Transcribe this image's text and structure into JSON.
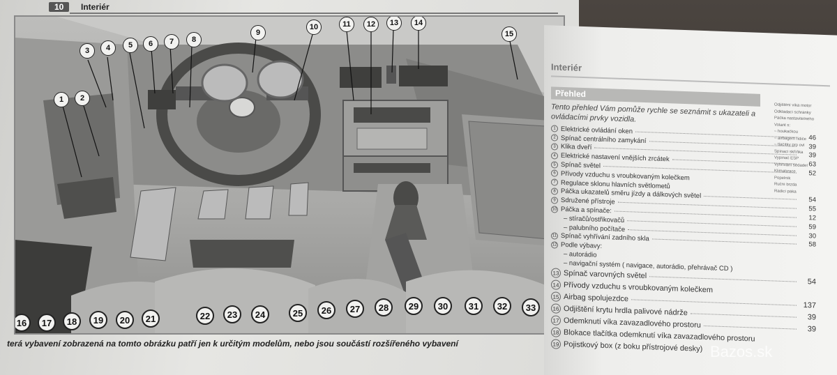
{
  "left_page": {
    "page_number": "10",
    "title": "Interiér",
    "caption": "terá vybavení zobrazená na tomto obrázku patří jen k určitým modelům,  nebo jsou součástí rozšířeného vybavení",
    "callouts_top": [
      "1",
      "2",
      "3",
      "4",
      "5",
      "6",
      "7",
      "8",
      "9",
      "10",
      "11",
      "12",
      "13",
      "14",
      "15"
    ],
    "callouts_bottom": [
      "16",
      "17",
      "18",
      "19",
      "20",
      "21",
      "22",
      "23",
      "24",
      "25",
      "26",
      "27",
      "28",
      "29",
      "30",
      "31",
      "32",
      "33"
    ]
  },
  "right_page": {
    "title": "Interiér",
    "section": "Přehled",
    "intro": "Tento přehled Vám pomůže rychle se seznámit s ukazateli a ovládacími prvky vozidla.",
    "items": [
      {
        "num": "1",
        "text": "Elektrické ovládání oken",
        "page": "46"
      },
      {
        "num": "2",
        "text": "Spínač centrálního zamykání",
        "page": "39"
      },
      {
        "num": "3",
        "text": "Klika dveří",
        "page": "39"
      },
      {
        "num": "4",
        "text": "Elektrické nastavení vnějších zrcátek",
        "page": "63"
      },
      {
        "num": "5",
        "text": "Spínač světel",
        "page": "52"
      },
      {
        "num": "6",
        "text": "Přívody vzduchu s vroubkovaným kolečkem",
        "page": ""
      },
      {
        "num": "7",
        "text": "Regulace sklonu hlavních světlometů",
        "page": ""
      },
      {
        "num": "8",
        "text": "Páčka ukazatelů směru jízdy a dálkových světel",
        "page": "54"
      },
      {
        "num": "9",
        "text": "Sdružené přístroje",
        "page": "55"
      },
      {
        "num": "10",
        "text": "Páčka a spínače:",
        "page": "12"
      },
      {
        "num": "",
        "text": "– stíračů/ostřikovačů",
        "page": "59",
        "indent": true
      },
      {
        "num": "",
        "text": "– palubního počítače",
        "page": "30",
        "indent": true
      },
      {
        "num": "11",
        "text": "Spínač vyhřívání zadního skla",
        "page": "58"
      },
      {
        "num": "12",
        "text": "Podle výbavy:",
        "page": ""
      },
      {
        "num": "",
        "text": "– autorádio",
        "page": "",
        "indent": true
      },
      {
        "num": "",
        "text": "– navigační systém ( navigace, autorádio, přehrávač CD )",
        "page": "",
        "indent": true
      },
      {
        "num": "13",
        "text": "Spínač varovných světel",
        "page": "54",
        "big": true
      },
      {
        "num": "14",
        "text": "Přívody vzduchu s vroubkovaným kolečkem",
        "page": "",
        "big": true
      },
      {
        "num": "15",
        "text": "Airbag spolujezdce",
        "page": "137",
        "big": true
      },
      {
        "num": "16",
        "text": "Odjištění krytu hrdla palivové nádrže",
        "page": "39",
        "big": true
      },
      {
        "num": "17",
        "text": "Odemknutí víka zavazadlového prostoru",
        "page": "39",
        "big": true
      },
      {
        "num": "18",
        "text": "Blokace tlačítka odemknutí víka zavazadlového prostoru",
        "page": "",
        "big": true
      },
      {
        "num": "19",
        "text": "Pojistkový box (z boku přístrojové desky)",
        "page": "",
        "big": true
      }
    ],
    "side_column": [
      "Odjištění víka motor",
      "Odkládací schránky",
      "Páčka nastavitelného",
      "Volant s:",
      "– houkačkou",
      "– airbagem řidiče",
      "– tlačítky pro ovl",
      "Spínací skříňka",
      "Vypínač ESP",
      "Vyhřívání sedadel",
      "Klimatizace",
      "Popelník",
      "Ruční brzda",
      "Řadicí páka"
    ]
  },
  "watermark": "Bazos.sk"
}
